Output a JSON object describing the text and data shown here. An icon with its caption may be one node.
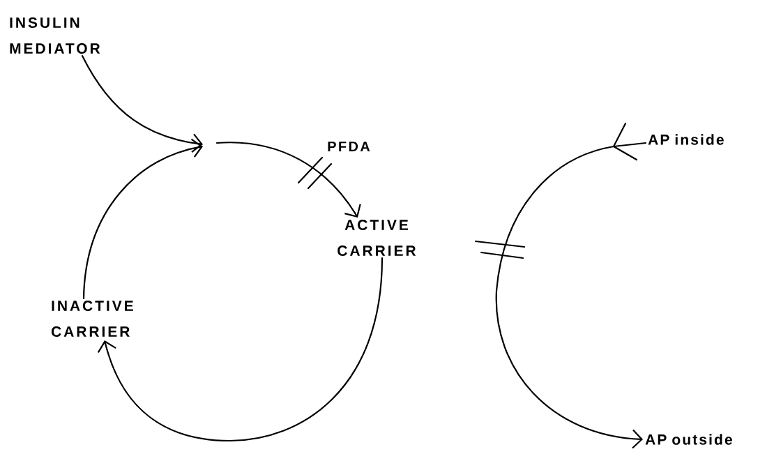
{
  "diagram": {
    "nodes": [
      {
        "text": [
          "INSULIN MEDIATOR"
        ]
      },
      {
        "text": [
          "ACTIVE CARRIER"
        ]
      },
      {
        "text": [
          "INACTIVE CARRIER"
        ]
      },
      {
        "text": [
          "AP inside"
        ]
      },
      {
        "text": [
          "AP outside"
        ]
      }
    ],
    "edges": [
      {
        "from": 0,
        "to": null,
        "arrow": "to"
      },
      {
        "from": 2,
        "to": null,
        "arrow": "to"
      },
      {
        "from": null,
        "to": 1,
        "arrow": "to",
        "label": "PFDA"
      },
      {
        "from": 1,
        "to": 2,
        "arrow": "to"
      },
      {
        "from": 3,
        "to": 4,
        "arrow": "to"
      }
    ]
  }
}
